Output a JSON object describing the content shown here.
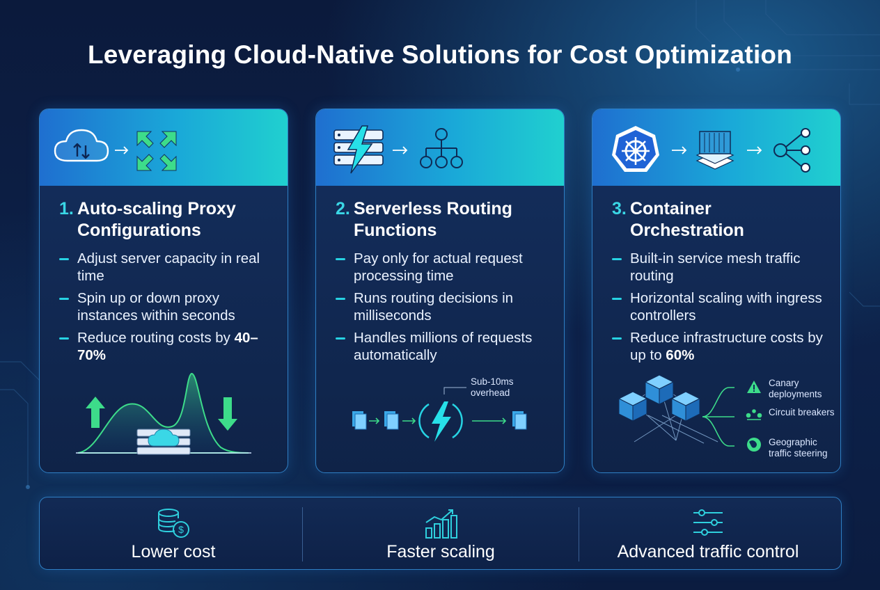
{
  "title": "Leveraging Cloud-Native Solutions for Cost Optimization",
  "cards": [
    {
      "number": "1.",
      "title": "Auto-scaling Proxy Configurations",
      "bullets": [
        {
          "text": "Adjust server capacity in real time",
          "bold": ""
        },
        {
          "text": "Spin up or down proxy instances within seconds",
          "bold": ""
        },
        {
          "text": "Reduce routing costs by ",
          "bold": "40–70%"
        }
      ],
      "icons": [
        "cloud-arrows-icon",
        "arrow-right-icon",
        "expand-arrows-icon"
      ]
    },
    {
      "number": "2.",
      "title": "Serverless Routing Functions",
      "bullets": [
        {
          "text": "Pay only for actual request processing time",
          "bold": ""
        },
        {
          "text": "Runs routing decisions in milliseconds",
          "bold": ""
        },
        {
          "text": "Handles millions of requests automatically",
          "bold": ""
        }
      ],
      "overhead_label": "Sub-10ms overhead",
      "icons": [
        "server-lightning-icon",
        "arrow-right-icon",
        "hierarchy-icon"
      ]
    },
    {
      "number": "3.",
      "title": "Container Orchestration",
      "bullets": [
        {
          "text": "Built-in service mesh traffic routing",
          "bold": ""
        },
        {
          "text": "Horizontal scaling with ingress controllers",
          "bold": ""
        },
        {
          "text": "Reduce infrastructure costs by up to ",
          "bold": "60%"
        }
      ],
      "features": [
        {
          "icon": "warning-icon",
          "label": "Canary deployments"
        },
        {
          "icon": "circuit-icon",
          "label": "Circuit breakers"
        },
        {
          "icon": "globe-icon",
          "label": "Geographic traffic steering"
        }
      ],
      "icons": [
        "kubernetes-helm-icon",
        "arrow-right-icon",
        "container-stack-icon",
        "arrow-right-icon",
        "branch-nodes-icon"
      ]
    }
  ],
  "benefits": [
    {
      "icon": "coins-dollar-icon",
      "label": "Lower cost"
    },
    {
      "icon": "bar-chart-growth-icon",
      "label": "Faster scaling"
    },
    {
      "icon": "sliders-icon",
      "label": "Advanced traffic control"
    }
  ],
  "colors": {
    "accent": "#27d3e3",
    "green": "#3ddc8a",
    "card_border": "#2f7fc4",
    "background": "#0b1a3c"
  }
}
